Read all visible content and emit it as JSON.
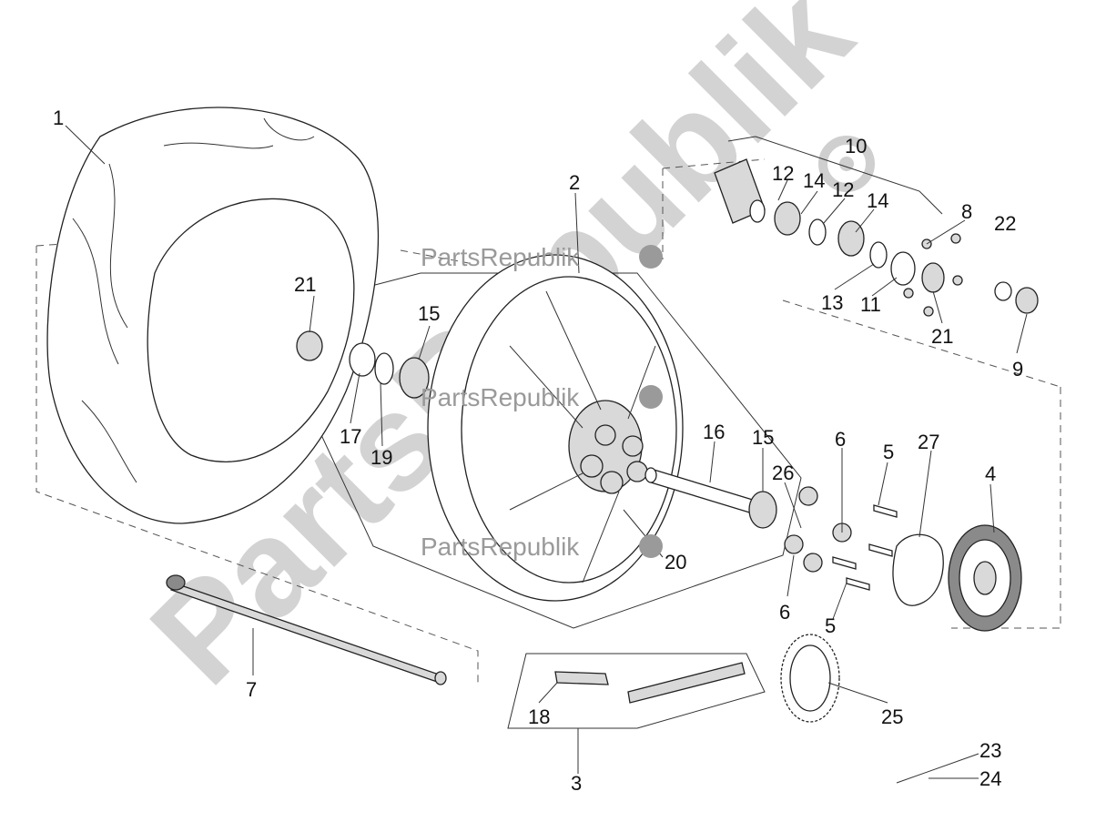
{
  "watermark": {
    "small_text": "PartsRepublik",
    "big_text": "PartsRepublik"
  },
  "callouts": [
    {
      "id": "1",
      "label": "1"
    },
    {
      "id": "2",
      "label": "2"
    },
    {
      "id": "3",
      "label": "3"
    },
    {
      "id": "4",
      "label": "4"
    },
    {
      "id": "5a",
      "label": "5"
    },
    {
      "id": "5b",
      "label": "5"
    },
    {
      "id": "6a",
      "label": "6"
    },
    {
      "id": "6b",
      "label": "6"
    },
    {
      "id": "7",
      "label": "7"
    },
    {
      "id": "8",
      "label": "8"
    },
    {
      "id": "9",
      "label": "9"
    },
    {
      "id": "10",
      "label": "10"
    },
    {
      "id": "11",
      "label": "11"
    },
    {
      "id": "12a",
      "label": "12"
    },
    {
      "id": "12b",
      "label": "12"
    },
    {
      "id": "13",
      "label": "13"
    },
    {
      "id": "14a",
      "label": "14"
    },
    {
      "id": "14b",
      "label": "14"
    },
    {
      "id": "15a",
      "label": "15"
    },
    {
      "id": "15b",
      "label": "15"
    },
    {
      "id": "16",
      "label": "16"
    },
    {
      "id": "17",
      "label": "17"
    },
    {
      "id": "18",
      "label": "18"
    },
    {
      "id": "19",
      "label": "19"
    },
    {
      "id": "20",
      "label": "20"
    },
    {
      "id": "21a",
      "label": "21"
    },
    {
      "id": "21b",
      "label": "21"
    },
    {
      "id": "22",
      "label": "22"
    },
    {
      "id": "23",
      "label": "23"
    },
    {
      "id": "24",
      "label": "24"
    },
    {
      "id": "25",
      "label": "25"
    },
    {
      "id": "26",
      "label": "26"
    },
    {
      "id": "27",
      "label": "27"
    }
  ]
}
